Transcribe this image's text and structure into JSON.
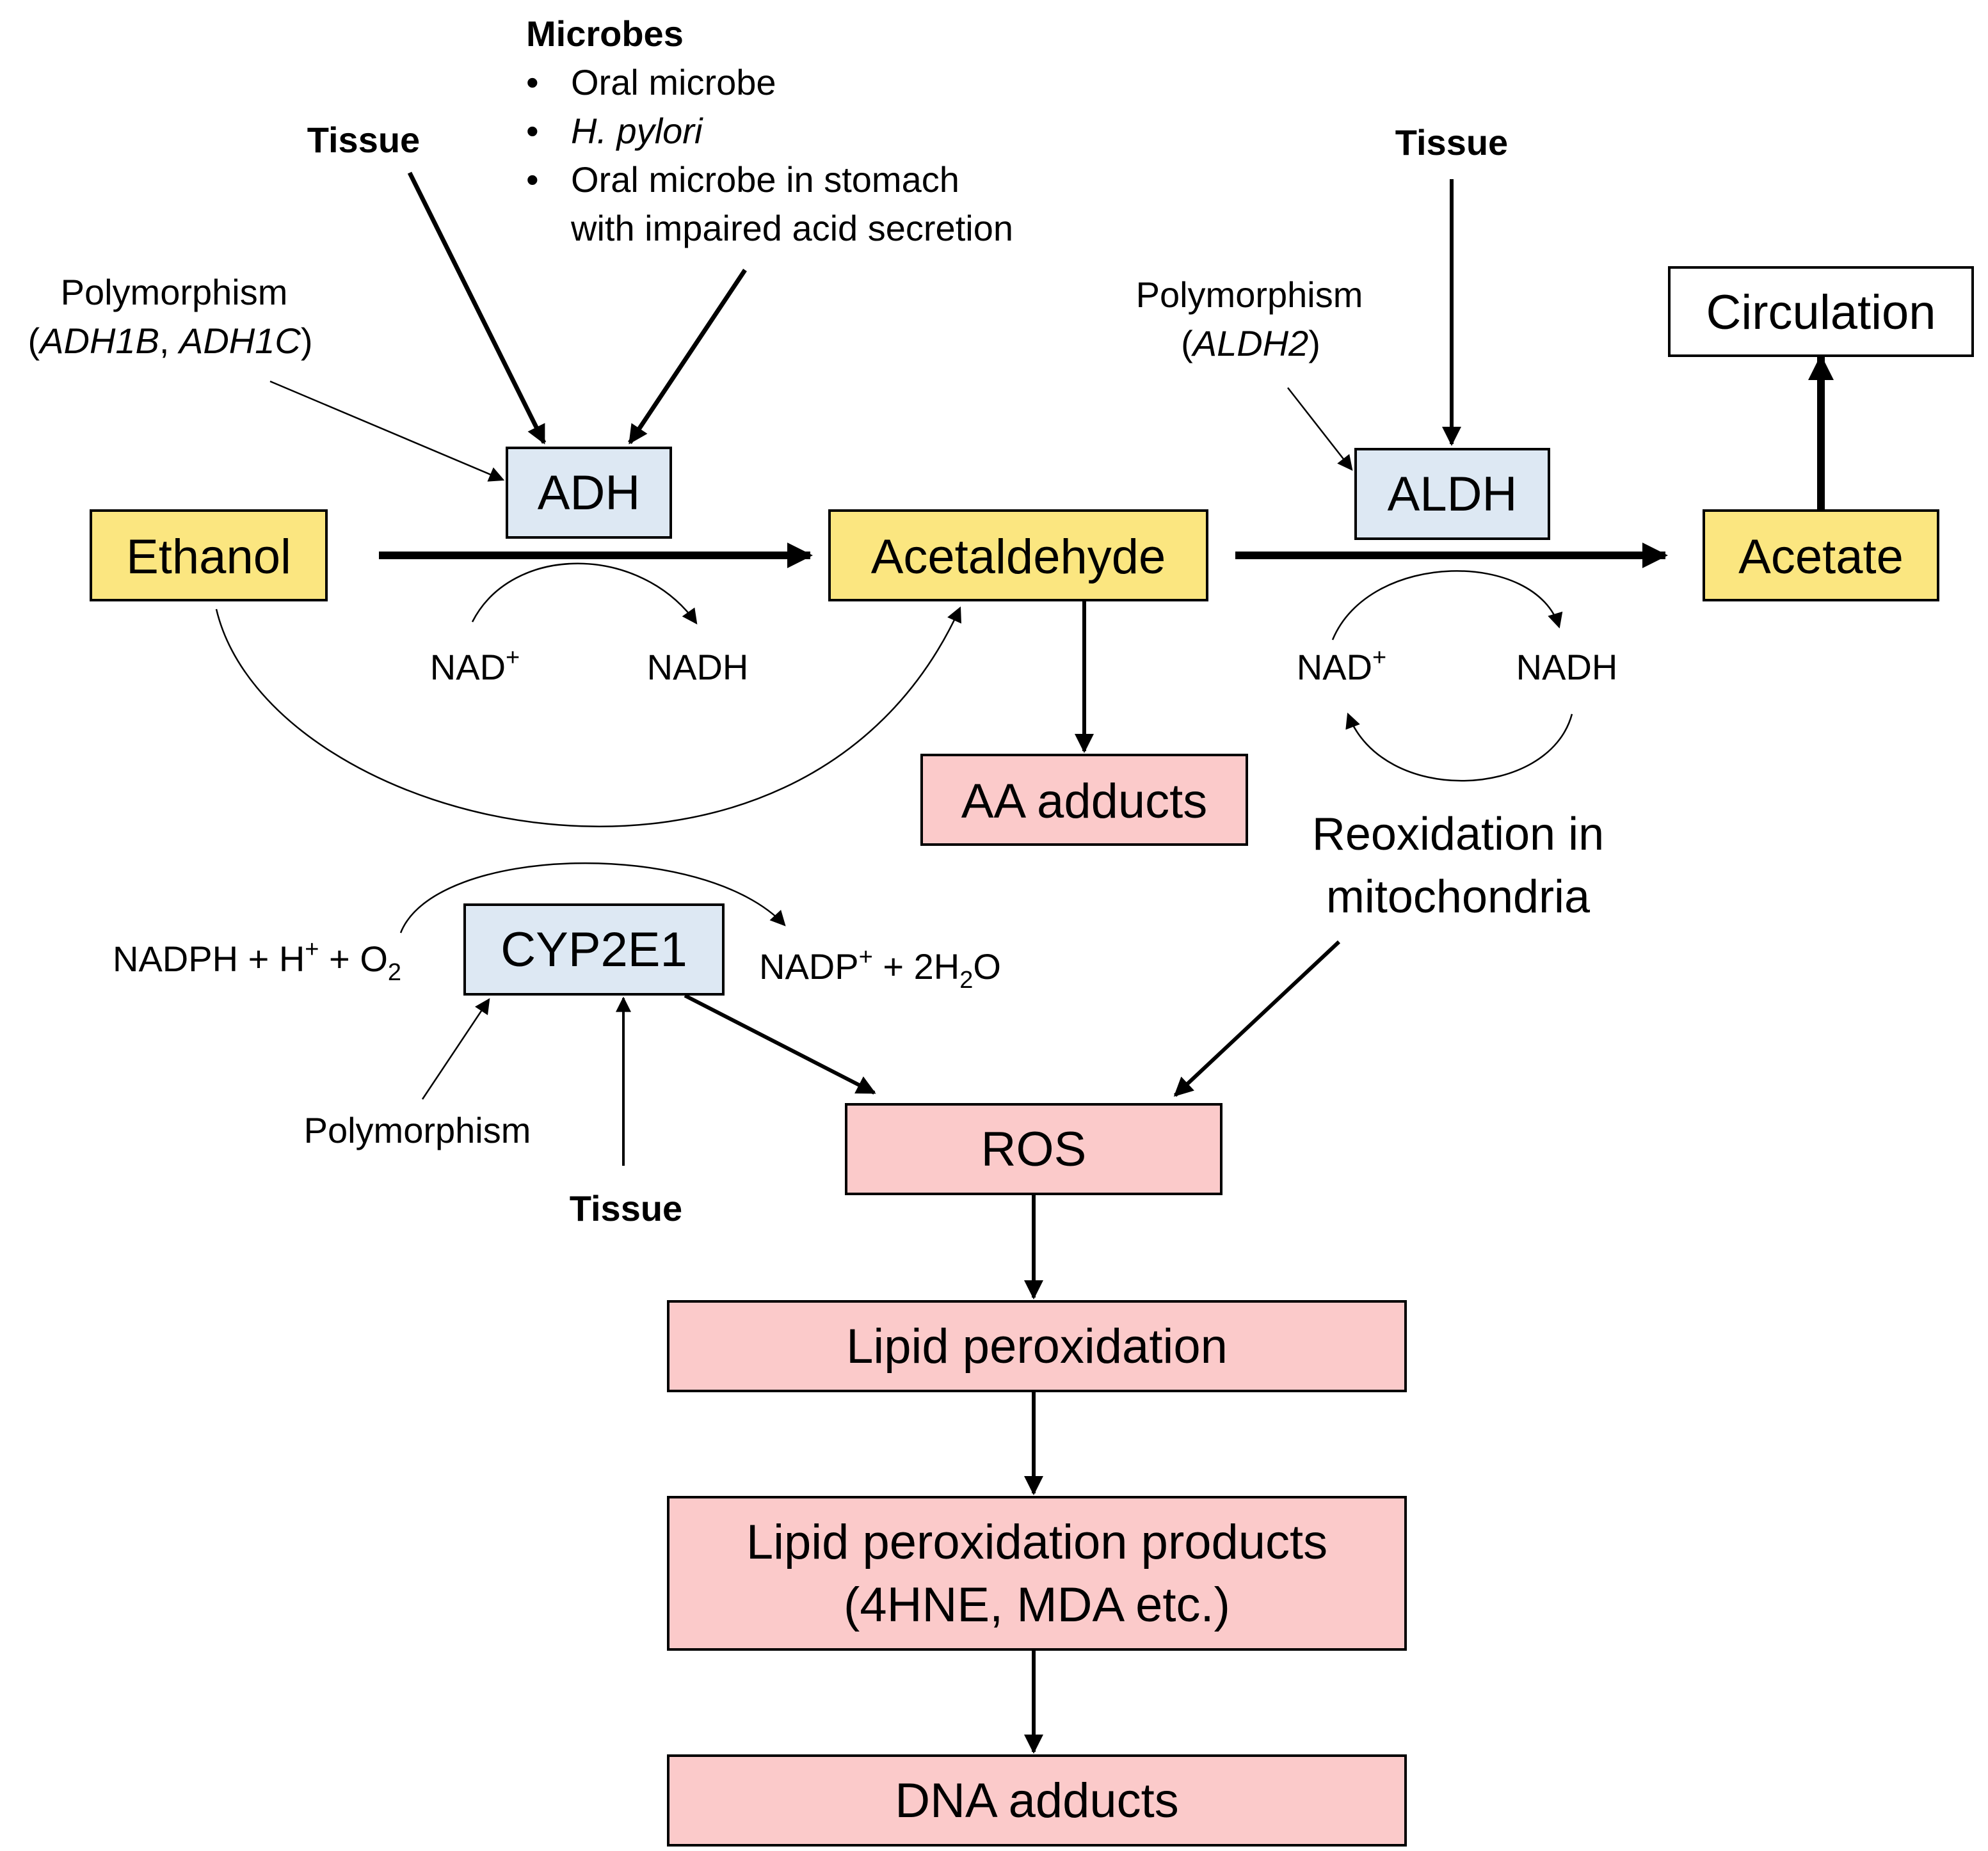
{
  "nodes": {
    "ethanol": "Ethanol",
    "acetaldehyde": "Acetaldehyde",
    "acetate": "Acetate",
    "circulation": "Circulation",
    "adh": "ADH",
    "aldh": "ALDH",
    "cyp2e1": "CYP2E1",
    "aa_adducts": "AA adducts",
    "ros": "ROS",
    "lipid_peroxidation": "Lipid peroxidation",
    "lpp_line1": "Lipid peroxidation products",
    "lpp_line2": "(4HNE, MDA etc.)",
    "dna_adducts": "DNA adducts"
  },
  "labels": {
    "tissue": "Tissue",
    "microbes_title": "Microbes",
    "microbes_items": [
      "Oral microbe",
      "H. pylori",
      "Oral microbe in stomach",
      "with impaired acid secretion"
    ],
    "polymorphism": "Polymorphism",
    "adh_genes": [
      "ADH1B",
      "ADH1C"
    ],
    "aldh_gene": "ALDH2",
    "nad_plus": "NAD",
    "nadh": "NADH",
    "plus_sup": "+",
    "reox_line1": "Reoxidation in",
    "reox_line2": "mitochondria",
    "nadph_a": "NADPH + H",
    "nadph_b": " + O",
    "sub_2": "2",
    "nadp_a": "NADP",
    "nadp_b": " + 2H",
    "nadp_c": "O",
    "comma": ", ",
    "open_paren": "(",
    "close_paren": ")",
    "bullet": "•"
  },
  "colors": {
    "substrate_fill": "#fbe680",
    "enzyme_fill": "#dde8f3",
    "damage_fill": "#fbcaca",
    "plain_fill": "#ffffff",
    "stroke": "#000000"
  }
}
